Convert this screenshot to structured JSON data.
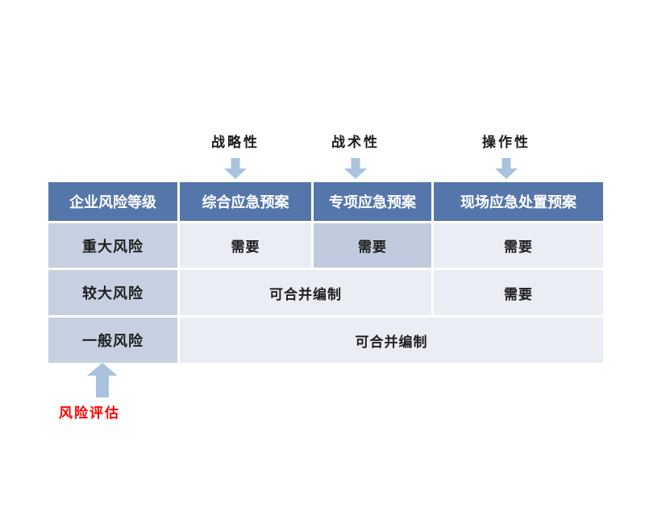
{
  "annotations": {
    "top": [
      {
        "label": "战略性"
      },
      {
        "label": "战术性"
      },
      {
        "label": "操作性"
      }
    ],
    "bottom": {
      "label": "风险评估"
    }
  },
  "table": {
    "header": [
      "企业风险等级",
      "综合应急预案",
      "专项应急预案",
      "现场应急处置预案"
    ],
    "rows": [
      {
        "label": "重大风险",
        "cells": [
          "需要",
          "需要",
          "需要"
        ]
      },
      {
        "label": "较大风险",
        "cells": [
          "可合并编制",
          "需要"
        ]
      },
      {
        "label": "一般风险",
        "cells": [
          "可合并编制"
        ]
      }
    ]
  },
  "colors": {
    "header_bg": "#5576ab",
    "header_text": "#ffffff",
    "row_label_bg": "#c6d0e0",
    "cell_bg": "#eaedf3",
    "highlight_cell_bg": "#bfcbdd",
    "arrow_fill": "#a9c3de",
    "annotation_text": "#ff0000"
  }
}
